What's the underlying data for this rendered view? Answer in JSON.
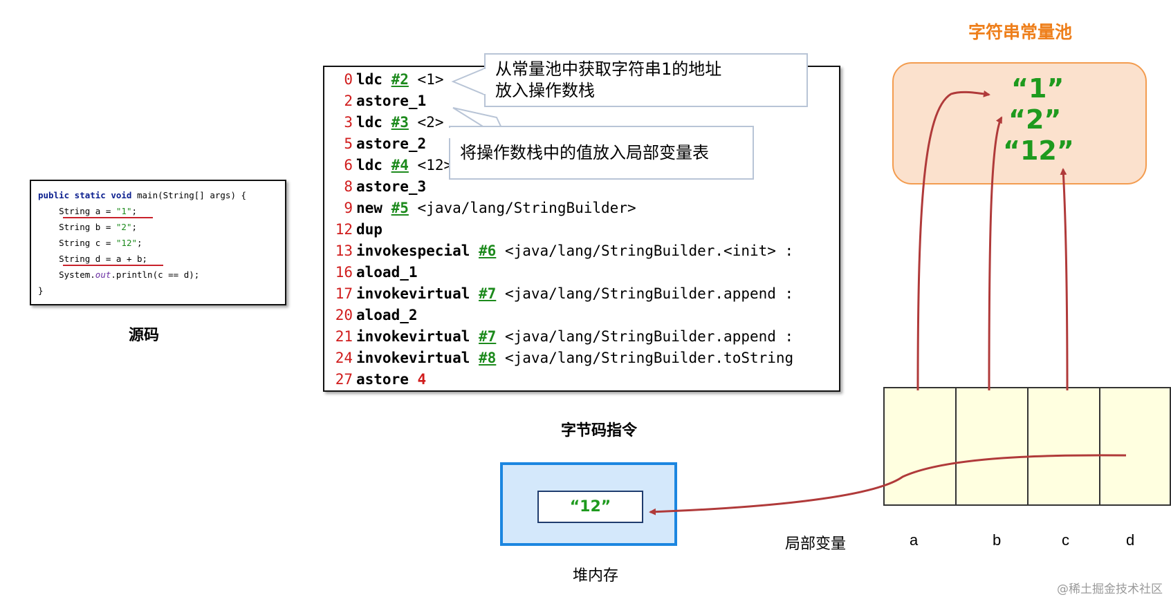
{
  "source": {
    "caption": "源码",
    "lines": [
      {
        "kw": "public static void",
        "text": " main(String[] args) {"
      },
      {
        "indent": "    ",
        "pre": "String a = ",
        "str": "\"1\"",
        "post": ";"
      },
      {
        "indent": "    ",
        "pre": "String b = ",
        "str": "\"2\"",
        "post": ";"
      },
      {
        "indent": "    ",
        "pre": "String c = ",
        "str": "\"12\"",
        "post": ";"
      },
      {
        "indent": "    ",
        "pre": "String d = a + b;",
        "str": "",
        "post": ""
      },
      {
        "indent": "    ",
        "pre": "System.",
        "fld": "out",
        "post": ".println(c == d);"
      },
      {
        "text": "}"
      }
    ]
  },
  "bytecode": {
    "caption": "字节码指令",
    "lines": [
      {
        "off": "0",
        "op": "ldc",
        "ref": "#2",
        "rest": " <1>"
      },
      {
        "off": "2",
        "op": "astore_1",
        "ref": "",
        "rest": ""
      },
      {
        "off": "3",
        "op": "ldc",
        "ref": "#3",
        "rest": " <2>"
      },
      {
        "off": "5",
        "op": "astore_2",
        "ref": "",
        "rest": ""
      },
      {
        "off": "6",
        "op": "ldc",
        "ref": "#4",
        "rest": " <12>"
      },
      {
        "off": "8",
        "op": "astore_3",
        "ref": "",
        "rest": ""
      },
      {
        "off": "9",
        "op": "new",
        "ref": "#5",
        "rest": " <java/lang/StringBuilder>"
      },
      {
        "off": "12",
        "op": "dup",
        "ref": "",
        "rest": ""
      },
      {
        "off": "13",
        "op": "invokespecial",
        "ref": "#6",
        "rest": " <java/lang/StringBuilder.<init> :"
      },
      {
        "off": "16",
        "op": "aload_1",
        "ref": "",
        "rest": ""
      },
      {
        "off": "17",
        "op": "invokevirtual",
        "ref": "#7",
        "rest": " <java/lang/StringBuilder.append :"
      },
      {
        "off": "20",
        "op": "aload_2",
        "ref": "",
        "rest": ""
      },
      {
        "off": "21",
        "op": "invokevirtual",
        "ref": "#7",
        "rest": " <java/lang/StringBuilder.append :"
      },
      {
        "off": "24",
        "op": "invokevirtual",
        "ref": "#8",
        "rest": " <java/lang/StringBuilder.toString"
      },
      {
        "off": "27",
        "op": "astore",
        "ref": "",
        "rest": "",
        "red": "4"
      }
    ]
  },
  "callouts": {
    "ldc_line1": "从常量池中获取字符串1的地址",
    "ldc_line2": "放入操作数栈",
    "astore": "将操作数栈中的值放入局部变量表"
  },
  "string_pool": {
    "title": "字符串常量池",
    "values": [
      "“1”",
      "“2”",
      "“12”"
    ]
  },
  "locals": {
    "label": "局部变量",
    "names": [
      "a",
      "b",
      "c",
      "d"
    ]
  },
  "heap": {
    "label": "堆内存",
    "value": "“12”"
  },
  "watermark": "@稀土掘金技术社区",
  "colors": {
    "pool_title": "#ee7f1b",
    "pool_fill": "#fbe1cd",
    "string_green": "#1e9a1e",
    "arrow_red": "#b03a3a",
    "heap_border": "#1c86e0",
    "local_fill": "#ffffe0"
  }
}
